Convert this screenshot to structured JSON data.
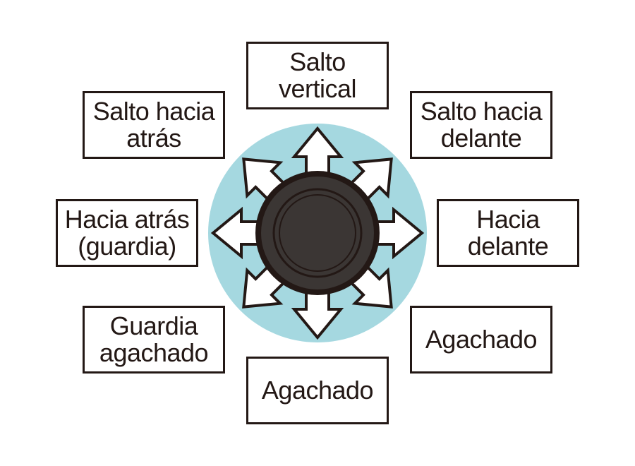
{
  "colors": {
    "circle_background": "#a5d8e0",
    "knob": "#3b3634",
    "knob_ring": "#231815",
    "arrow_fill": "#ffffff",
    "outline": "#231815"
  },
  "directions": {
    "up": "Salto\nvertical",
    "up_left": "Salto hacia\natrás",
    "up_right": "Salto hacia\ndelante",
    "left": "Hacia atrás\n(guardia)",
    "right": "Hacia\ndelante",
    "down_left": "Guardia\nagachado",
    "down_right": "Agachado",
    "down": "Agachado"
  }
}
